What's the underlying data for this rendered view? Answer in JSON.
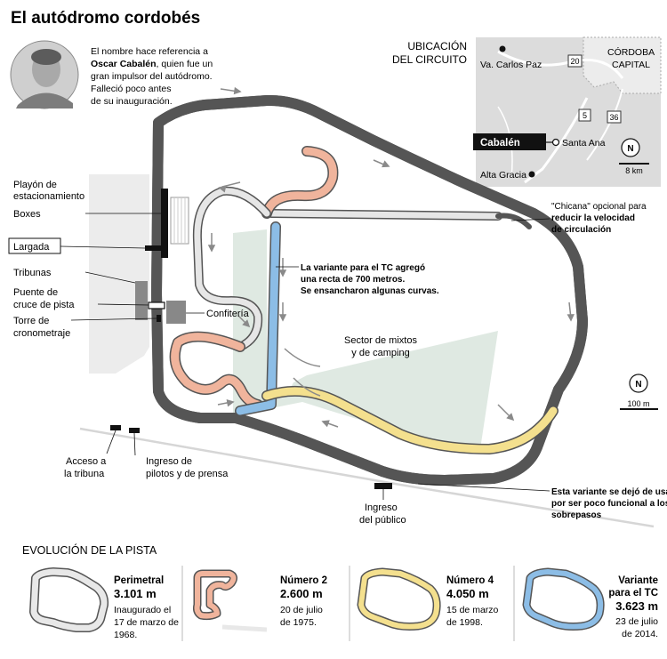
{
  "title": "El autódromo cordobés",
  "intro": {
    "line1": "El nombre hace referencia a",
    "name": "Oscar Cabalén",
    "line2": ", quien fue un",
    "line3": "gran impulsor del autódromo.",
    "line4": "Falleció poco antes",
    "line5": "de su inauguración."
  },
  "location_map": {
    "heading_line1": "UBICACIÓN",
    "heading_line2": "DEL CIRCUITO",
    "places": {
      "carlos_paz": "Va. Carlos Paz",
      "cordoba_line1": "CÓRDOBA",
      "cordoba_line2": "CAPITAL",
      "cabalen": "Cabalén",
      "santa_ana": "Santa Ana",
      "alta_gracia": "Alta Gracia"
    },
    "routes": [
      "20",
      "5",
      "36"
    ],
    "scale": "8 km",
    "north": "N"
  },
  "labels": {
    "playon_line1": "Playón de",
    "playon_line2": "estacionamiento",
    "boxes": "Boxes",
    "largada": "Largada",
    "tribunas": "Tribunas",
    "puente_line1": "Puente de",
    "puente_line2": "cruce de pista",
    "torre_line1": "Torre de",
    "torre_line2": "cronometraje",
    "confiteria": "Confitería",
    "acceso_line1": "Acceso a",
    "acceso_line2": "la tribuna",
    "ingreso_pilotos_line1": "Ingreso de",
    "ingreso_pilotos_line2": "pilotos y de prensa",
    "ingreso_publico_line1": "Ingreso",
    "ingreso_publico_line2": "del público",
    "sector_line1": "Sector de mixtos",
    "sector_line2": "y de camping",
    "chicana_line1": "\"Chicana\" opcional para",
    "chicana_line2": "reducir la velocidad",
    "chicana_line3": "de circulación",
    "variante_tc_line1": "La variante para el TC agregó",
    "variante_tc_line2": "una recta de 700 metros.",
    "variante_tc_line3": "Se ensancharon algunas curvas.",
    "variante_yellow_line1": "Esta variante se dejó de usar",
    "variante_yellow_line2": "por ser poco funcional a los",
    "variante_yellow_line3": "sobrepasos",
    "scale": "100 m",
    "north": "N"
  },
  "evolution": {
    "heading": "EVOLUCIÓN DE LA PISTA",
    "items": [
      {
        "title": "Perimetral",
        "length": "3.101 m",
        "date_line1": "Inaugurado el",
        "date_line2": "17 de marzo de",
        "date_line3": "1968.",
        "color": "#e8e8e8"
      },
      {
        "title": "Número 2",
        "length": "2.600 m",
        "date_line1": "20 de julio",
        "date_line2": "de 1975.",
        "date_line3": "",
        "color": "#f0b49c"
      },
      {
        "title": "Número 4",
        "length": "4.050 m",
        "date_line1": "15 de marzo",
        "date_line2": "de 1998.",
        "date_line3": "",
        "color": "#f4e08e"
      },
      {
        "title_line1": "Variante",
        "title_line2": "para el TC",
        "length": "3.623 m",
        "date_line1": "23 de julio",
        "date_line2": "de 2014.",
        "color": "#8cbde6"
      }
    ]
  },
  "colors": {
    "track_gray": "#e6e6e6",
    "track_salmon": "#f0b49c",
    "track_yellow": "#f4e08e",
    "track_blue": "#8cbde6",
    "camping_green": "#dfe9e2"
  }
}
